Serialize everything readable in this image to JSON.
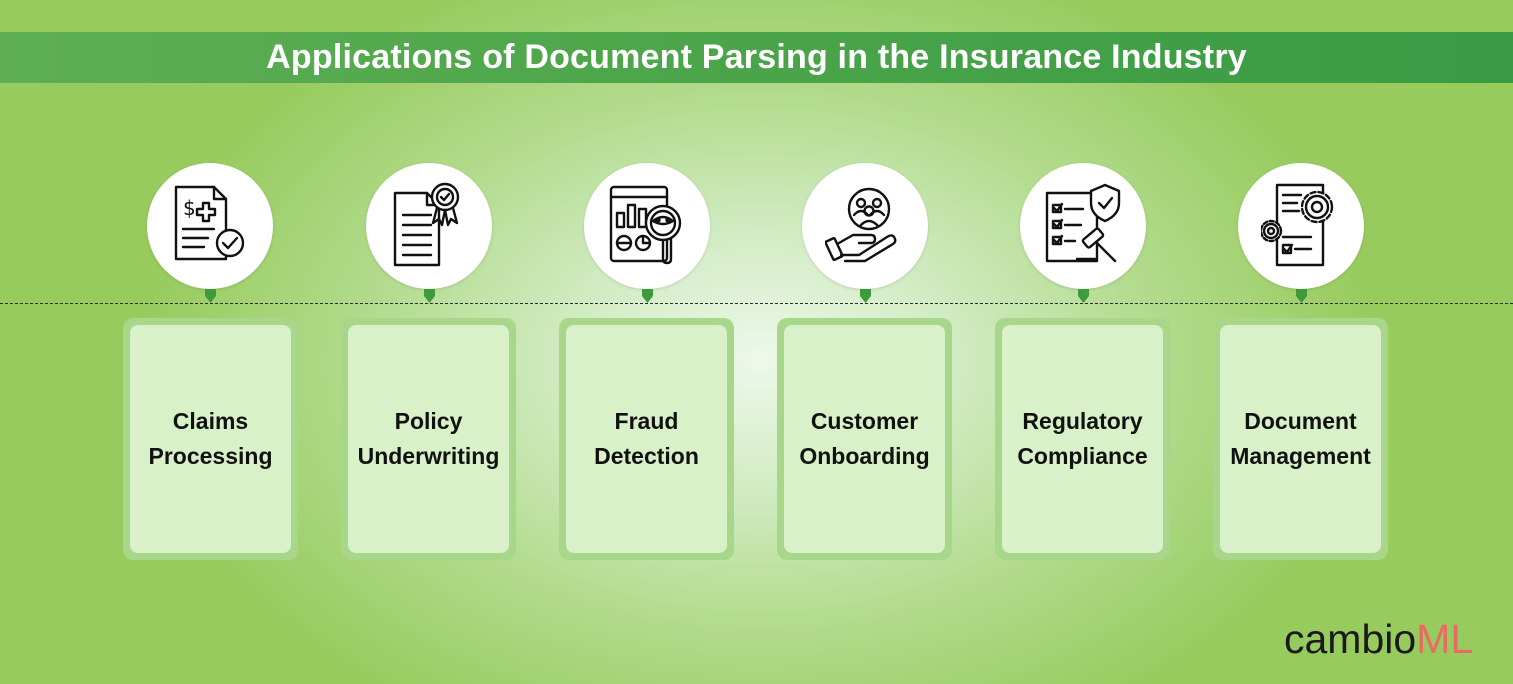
{
  "banner": {
    "title": "Applications of Document Parsing in the Insurance Industry",
    "color": "#43a047"
  },
  "items": [
    {
      "label": "Claims\nProcessing",
      "icon": "claim-document-icon"
    },
    {
      "label": "Policy\nUnderwriting",
      "icon": "certified-document-icon"
    },
    {
      "label": "Fraud\nDetection",
      "icon": "fraud-analytics-icon"
    },
    {
      "label": "Customer\nOnboarding",
      "icon": "customer-hand-icon"
    },
    {
      "label": "Regulatory\nCompliance",
      "icon": "compliance-checklist-icon"
    },
    {
      "label": "Document\nManagement",
      "icon": "document-gears-icon"
    }
  ],
  "logo": {
    "main": "cambio",
    "accent": "ML",
    "accent_color": "#ea6b63"
  },
  "colors": {
    "card_fill": "#d8f1c9",
    "card_border": "#a8d68b",
    "pin": "#3f9a3c"
  }
}
